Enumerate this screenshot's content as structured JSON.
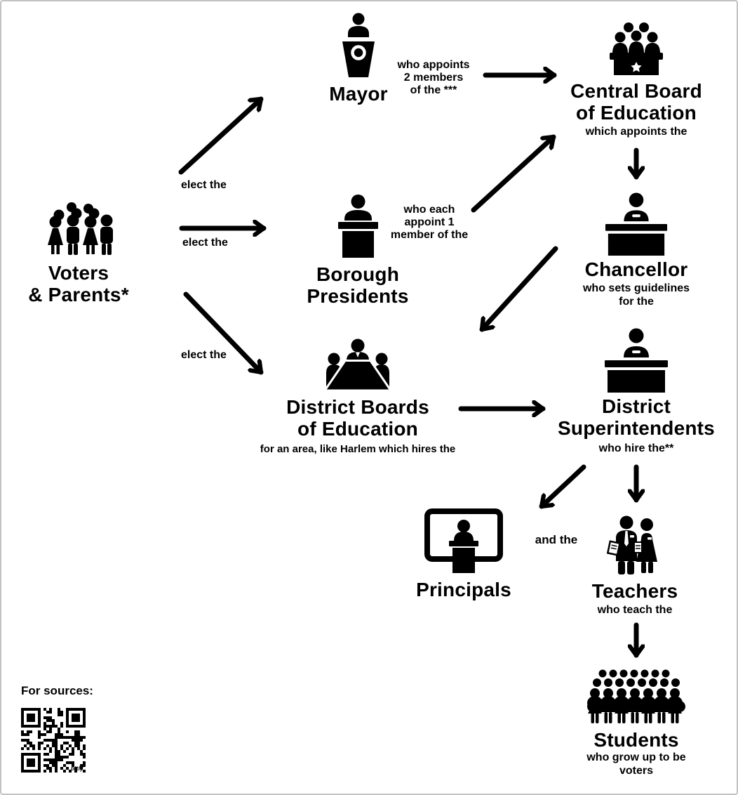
{
  "diagram": {
    "colors": {
      "ink": "#000000",
      "background": "#ffffff",
      "border": "#c2c2c2"
    },
    "nodes": {
      "voters": {
        "label": "Voters\n& Parents*"
      },
      "mayor": {
        "label": "Mayor"
      },
      "borough_presidents": {
        "label": "Borough\nPresidents"
      },
      "central_board": {
        "label": "Central Board\nof Education",
        "note": "which appoints the"
      },
      "chancellor": {
        "label": "Chancellor",
        "note": "who sets guidelines\nfor the"
      },
      "district_boards": {
        "label": "District Boards\nof Education",
        "note": "for an area, like Harlem which hires the"
      },
      "district_superintendents": {
        "label": "District\nSuperintendents",
        "note": "who hire the**"
      },
      "principals": {
        "label": "Principals"
      },
      "teachers": {
        "label": "Teachers",
        "note": "who teach the"
      },
      "students": {
        "label": "Students",
        "note": "who grow up to be\nvoters"
      }
    },
    "edge_labels": {
      "elect_mayor": "elect the",
      "elect_borough": "elect the",
      "elect_district": "elect the",
      "mayor_appoints": "who appoints\n2 members\nof the ***",
      "borough_appoint": "who each\nappoint 1\nmember of the",
      "and_the": "and the"
    },
    "sources": {
      "label": "For sources:",
      "qr_brand": "bitly"
    }
  }
}
